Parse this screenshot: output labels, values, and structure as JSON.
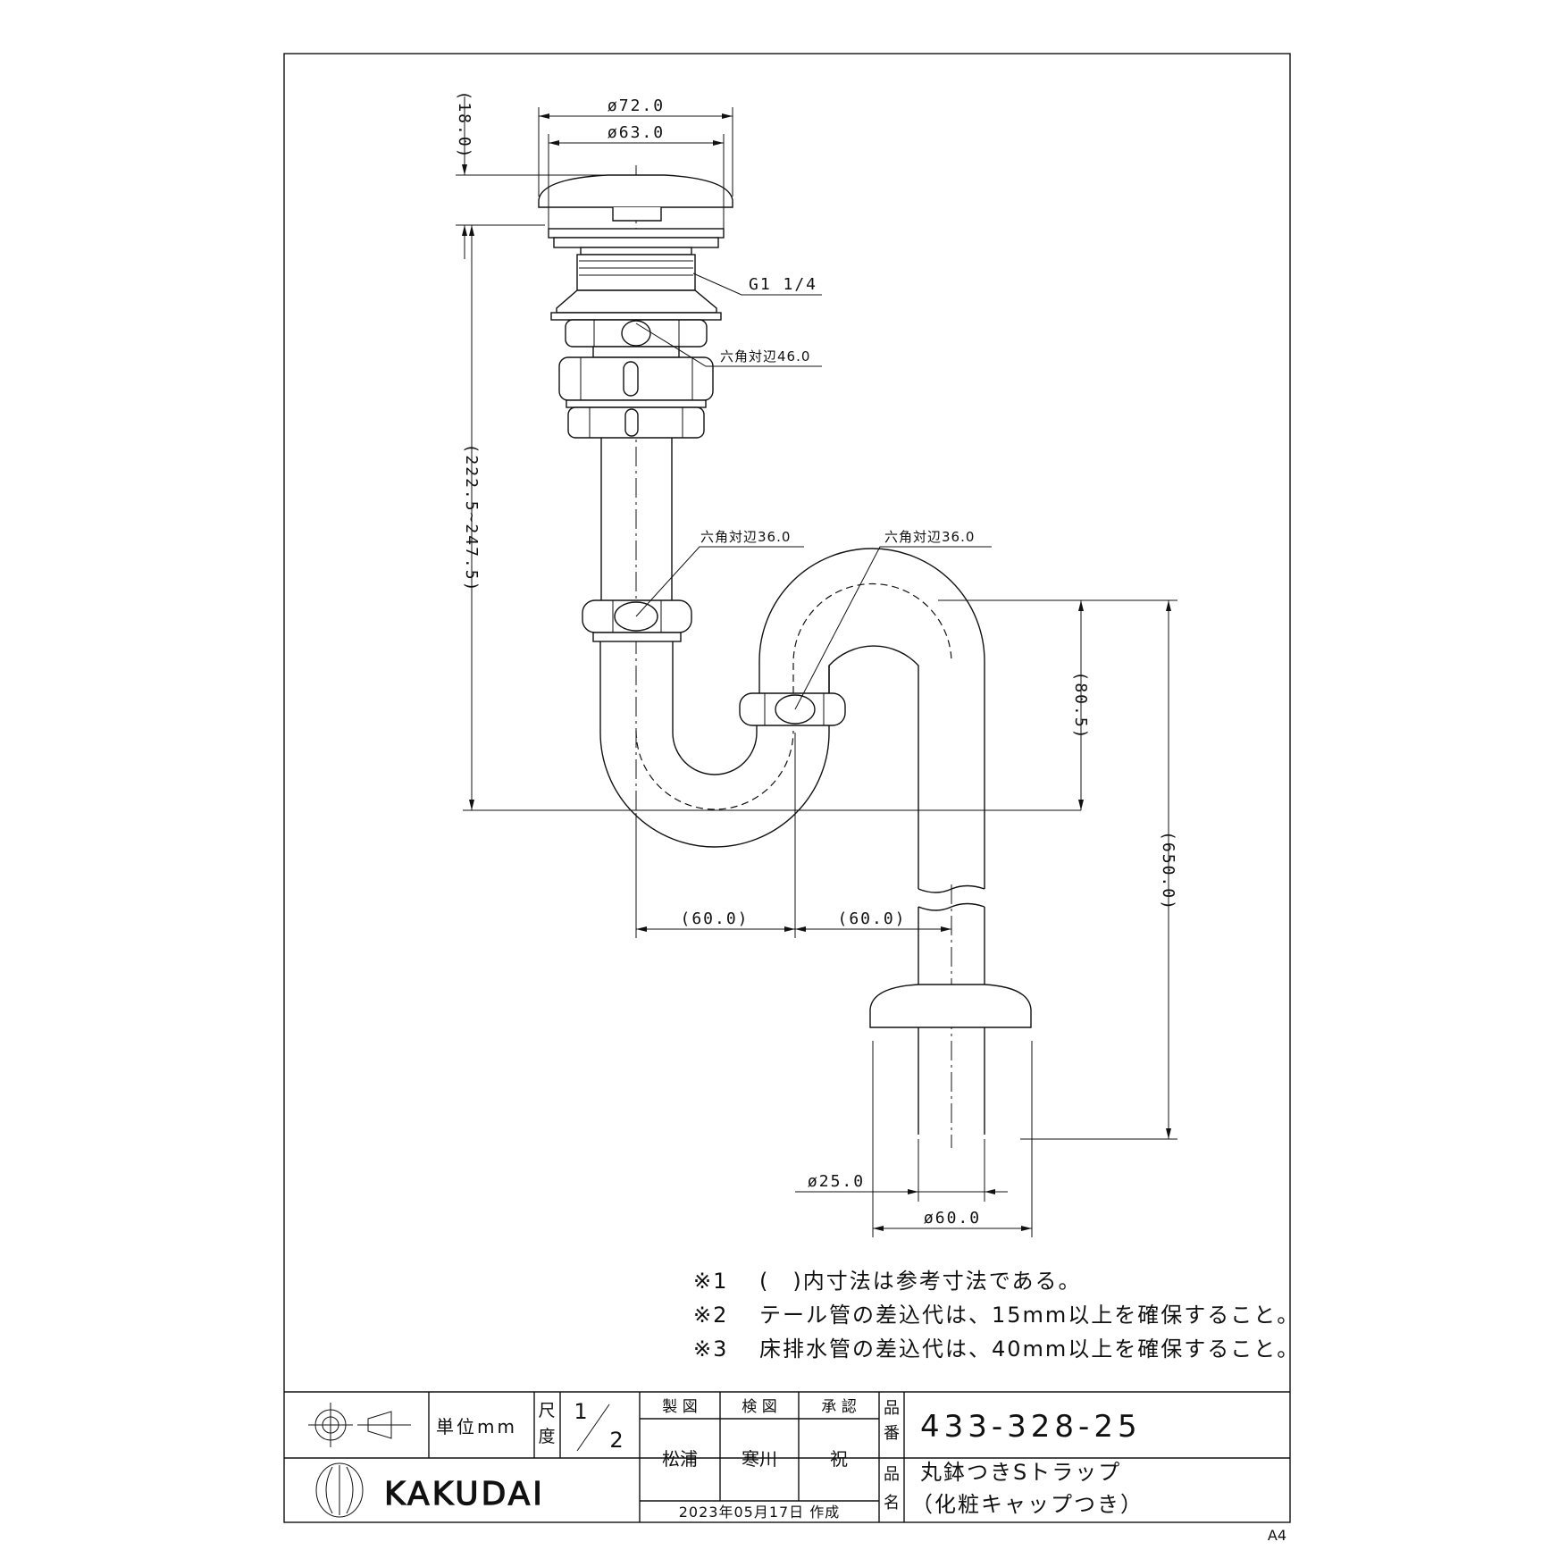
{
  "dimensions": {
    "cap_outer_dia": "ø72.0",
    "cap_inner_dia": "ø63.0",
    "cap_height": "(18.0)",
    "thread": "G1 1/4",
    "hex_upper": "六角対辺46.0",
    "hex_left": "六角対辺36.0",
    "hex_right": "六角対辺36.0",
    "tail_length": "(222.5~247.5)",
    "trap_depth": "(80.5)",
    "total_height": "(650.0)",
    "offset_left": "(60.0)",
    "offset_right": "(60.0)",
    "pipe_dia": "ø25.0",
    "flange_dia": "ø60.0"
  },
  "notes": [
    {
      "mark": "※1",
      "text": "(　)内寸法は参考寸法である。"
    },
    {
      "mark": "※2",
      "text": "テール管の差込代は、15mm以上を確保すること。"
    },
    {
      "mark": "※3",
      "text": "床排水管の差込代は、40mm以上を確保すること。"
    }
  ],
  "title_block": {
    "unit_label": "単位mm",
    "scale_label_top": "尺",
    "scale_label_bottom": "度",
    "scale_num": "1",
    "scale_den": "2",
    "drawn_header": "製 図",
    "checked_header": "検 図",
    "approved_header": "承 認",
    "drawn_by": "松浦",
    "checked_by": "寒川",
    "approved_by": "祝",
    "part_no_label_1": "品",
    "part_no_label_2": "番",
    "part_no": "433-328-25",
    "product_label_1": "品",
    "product_label_2": "名",
    "product_name_1": "丸鉢つきSトラップ",
    "product_name_2": "（化粧キャップつき）",
    "logo_text": "KAKUDAI",
    "created": "2023年05月17日 作成",
    "paper_size": "A4"
  }
}
